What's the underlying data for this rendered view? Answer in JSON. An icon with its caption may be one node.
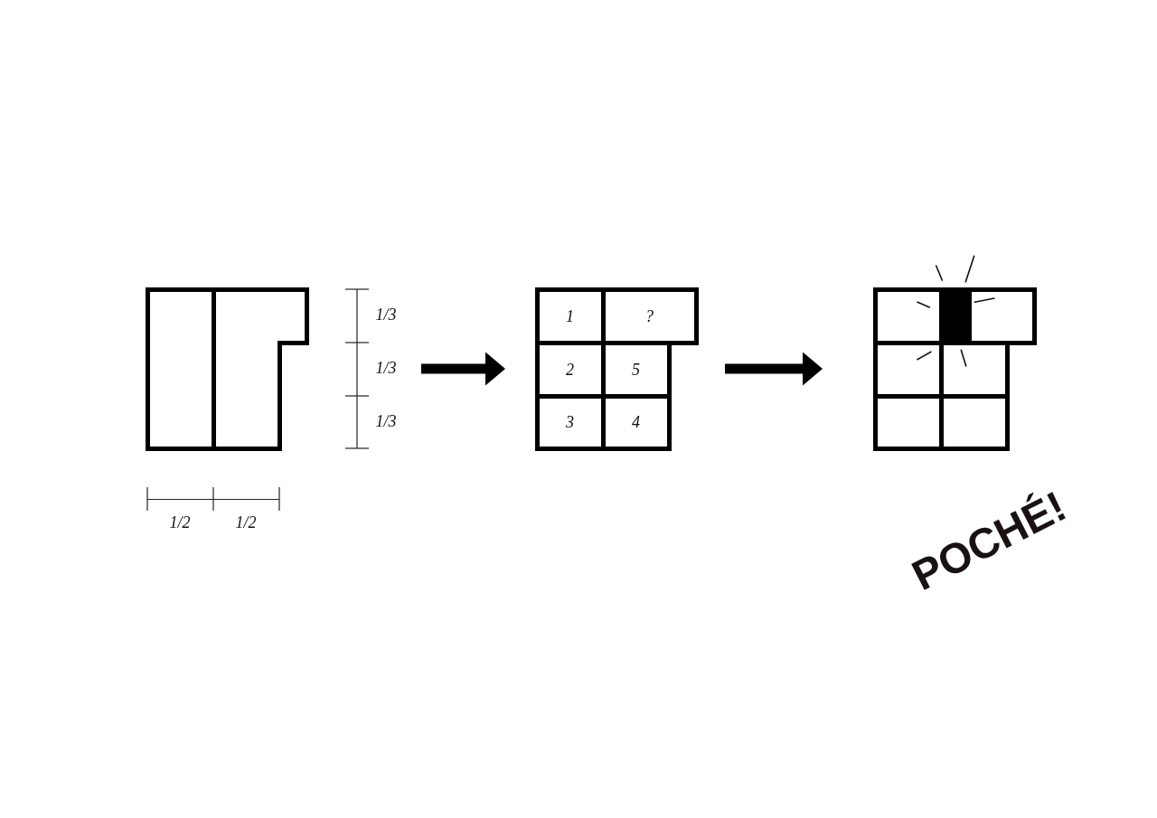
{
  "diagram": {
    "nodes": [
      {
        "text": [],
        "shape": "box"
      },
      {
        "text": [],
        "shape": "box"
      },
      {
        "text": [
          "1"
        ],
        "in": 1
      },
      {
        "text": [
          "?"
        ],
        "in": 1
      },
      {
        "text": [
          "2"
        ],
        "in": 1
      },
      {
        "text": [
          "5"
        ],
        "in": 1
      },
      {
        "text": [
          "3"
        ],
        "in": 1
      },
      {
        "text": [
          "4"
        ],
        "in": 1
      },
      {
        "text": [],
        "shape": "box"
      },
      {
        "text": [],
        "shape": "box",
        "in": 8
      }
    ],
    "edges": [
      {
        "from": 0,
        "to": 1,
        "arrow": "to"
      },
      {
        "from": 1,
        "to": 8,
        "arrow": "to"
      }
    ],
    "labels": [
      "1/3",
      "1/3",
      "1/3",
      "1/2",
      "1/2",
      "POCHÉ!"
    ]
  }
}
